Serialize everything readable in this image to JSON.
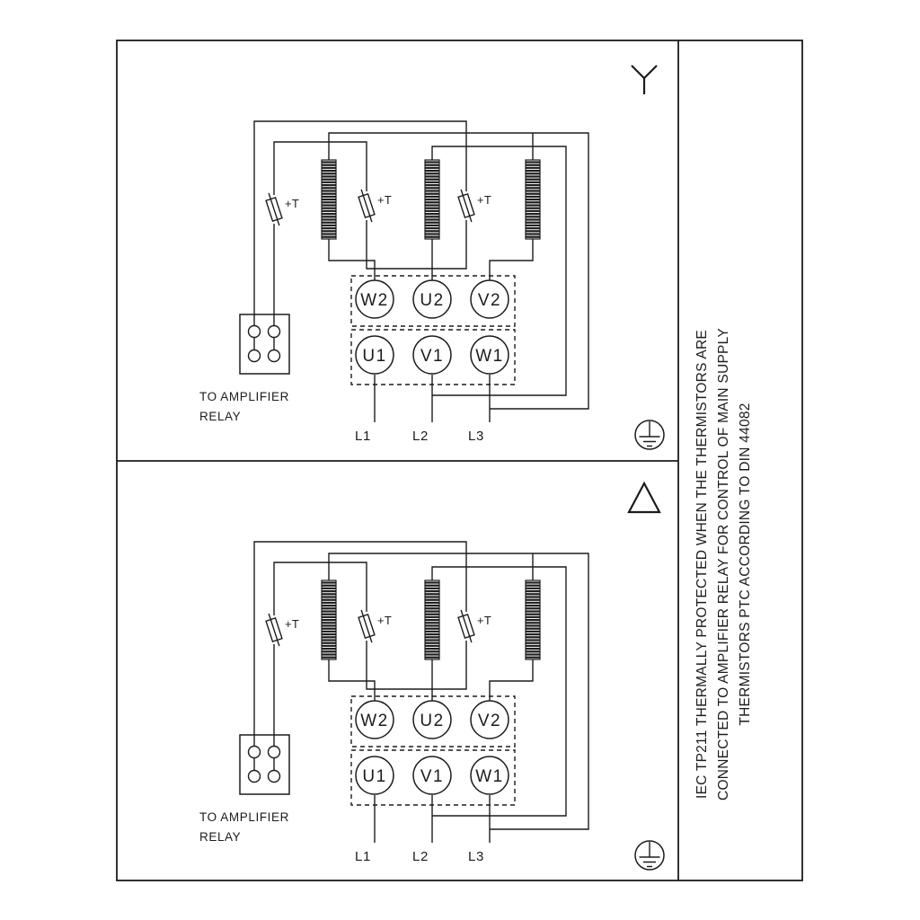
{
  "page": {
    "background": "#ffffff",
    "ink": "#1c1c1c"
  },
  "side_note": {
    "lines": [
      "IEC TP211 THERMALLY PROTECTED WHEN THE THERMISTORS ARE",
      "CONNECTED TO AMPLIFIER RELAY FOR CONTROL OF MAIN SUPPLY",
      "THERMISTORS PTC ACCORDING TO DIN 44082"
    ]
  },
  "panels": {
    "star": {
      "connection": "star",
      "terminals_top_row": [
        "W2",
        "U2",
        "V2"
      ],
      "terminals_bottom_row": [
        "U1",
        "V1",
        "W1"
      ],
      "thermistor_labels": [
        "+T",
        "+T",
        "+T"
      ],
      "relay_note": [
        "TO AMPLIFIER",
        "RELAY"
      ],
      "supply_labels": [
        "L1",
        "L2",
        "L3"
      ]
    },
    "delta": {
      "connection": "delta",
      "terminals_top_row": [
        "W2",
        "U2",
        "V2"
      ],
      "terminals_bottom_row": [
        "U1",
        "V1",
        "W1"
      ],
      "thermistor_labels": [
        "+T",
        "+T",
        "+T"
      ],
      "relay_note": [
        "TO AMPLIFIER",
        "RELAY"
      ],
      "supply_labels": [
        "L1",
        "L2",
        "L3"
      ]
    }
  }
}
